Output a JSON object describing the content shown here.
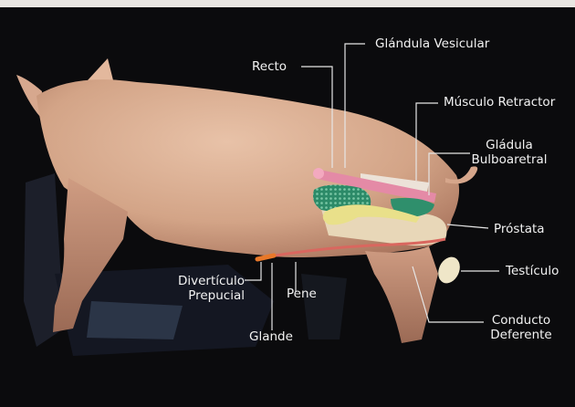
{
  "labels": {
    "recto": "Recto",
    "glandula_vesicular": "Glándula Vesicular",
    "musculo_retractor": "Músculo Retractor",
    "glandula_bulbouretral_line1": "Gládula",
    "glandula_bulbouretral_line2": "Bulboaretral",
    "prostata": "Próstata",
    "testiculo": "Testículo",
    "conducto_line1": "Conducto",
    "conducto_line2": "Deferente",
    "diverticulo_line1": "Divertículo",
    "diverticulo_line2": "Prepucial",
    "pene": "Pene",
    "glande": "Glande"
  },
  "colors": {
    "background": "#0b0b0d",
    "pig_skin": "#d9ae93",
    "label_text": "#f2f2f2",
    "leader_line": "#e6e6e6",
    "rectum": "#e48aa6",
    "vesicular_gland": "#2f8f6c",
    "prostate_area": "#e8d7b8",
    "bulbourethral": "#e9e08a",
    "retractor_muscle": "#ece2d8",
    "penis": "#d9675f",
    "testicle": "#efe6c8"
  }
}
